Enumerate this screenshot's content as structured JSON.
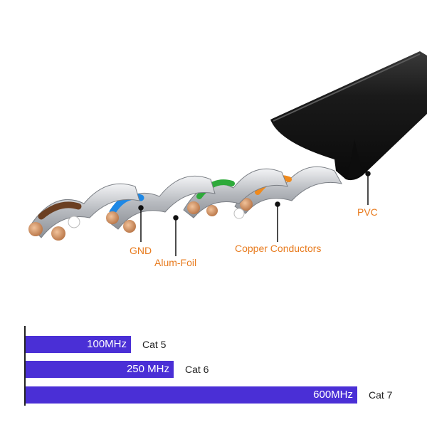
{
  "colors": {
    "label": "#e87b1e",
    "bar": "#4a2fd6",
    "jacket": "#1a1a1a",
    "shield": "#c9cbcf",
    "copper": "#c98a5c",
    "pair_blue": "#1e88e5",
    "pair_green": "#2eaa3a",
    "pair_orange": "#f08a1c",
    "pair_brown": "#6b3f22"
  },
  "callouts": {
    "gnd": "GND",
    "foil": "Alum-Foil",
    "copper": "Copper Conductors",
    "pvc": "PVC"
  },
  "chart_data": {
    "type": "bar",
    "orientation": "horizontal",
    "bars": [
      {
        "value_label": "100MHz",
        "value": 100,
        "category": "Cat 5"
      },
      {
        "value_label": "250 MHz",
        "value": 250,
        "category": "Cat 6"
      },
      {
        "value_label": "600MHz",
        "value": 600,
        "category": "Cat 7"
      }
    ]
  }
}
